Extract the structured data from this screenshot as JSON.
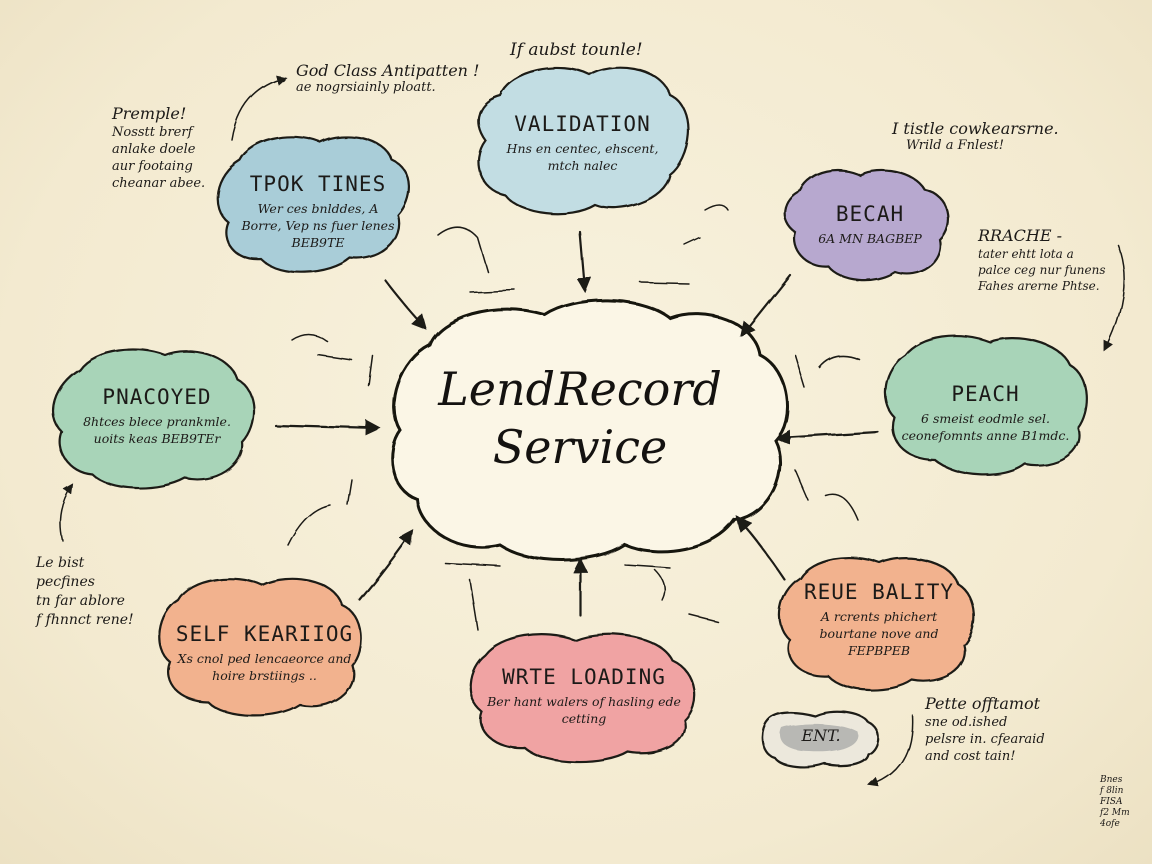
{
  "colors": {
    "paper": "#f6efd9",
    "ink": "#1c1a18",
    "blue": "#a9cdd8",
    "lightblue": "#c2dde3",
    "purple": "#b7a8cf",
    "green": "#a8d4b8",
    "orange": "#f2b28e",
    "pink": "#f0a3a3",
    "gray": "#b8b8b4"
  },
  "center": {
    "line1": "LendRecord",
    "line2": "Service"
  },
  "clouds": {
    "validation": {
      "title": "VALIDATION",
      "desc": "Hns en centec, ehscent, mtch nalec"
    },
    "tpok": {
      "title": "TPOK TINES",
      "desc": "Wer ces bnlddes, A Borre, Vep ns fuer lenes BEB9TE"
    },
    "becah": {
      "title": "BECAH",
      "desc": "6A MN BAGBEP"
    },
    "pnacoyed": {
      "title": "PNACOYED",
      "desc": "8htces blece prankmle. uoits keas BEB9TEr"
    },
    "peach": {
      "title": "PEACH",
      "desc": "6 smeist eodmle sel. ceonefomnts anne B1mdc."
    },
    "self": {
      "title": "SELF KEARIIOG",
      "desc": "Xs cnol ped lencaeorce and hoire brstiings .."
    },
    "write": {
      "title": "WRTE LOADING",
      "desc": "Ber hant walers of hasling ede cetting"
    },
    "reue": {
      "title": "REUE BALITY",
      "desc": "A rcrents phichert bourtane nove and FEPBPEB"
    },
    "ent": {
      "title": "ENT."
    }
  },
  "notes": {
    "top_left_god": {
      "line1": "God Class Antipatten !",
      "line2": "ae nogrsiainly ploatt."
    },
    "top_center": {
      "text": "If aubst tounle!"
    },
    "left_premple": {
      "head": "Premple!",
      "lines": [
        "Nosstt brerf",
        "anlake doele",
        "aur footaing",
        "cheanar abee."
      ]
    },
    "right_tiste": {
      "line1": "I tistle cowkearsrne.",
      "line2": "Wrild a Fnlest!"
    },
    "right_reache": {
      "head": "RRACHE -",
      "lines": [
        "tater ehtt lota a",
        "palce ceg nur funens",
        "Fahes arerne Phtse."
      ]
    },
    "left_bottom": {
      "lines": [
        "Le bist",
        "pecfines",
        "tn far ablore",
        "f fhnnct rene!"
      ]
    },
    "bottom_right": {
      "head": "Pette offtamot",
      "lines": [
        "sne od.ished",
        "pelsre in. cfearaid",
        "and cost tain!"
      ]
    },
    "corner_sig": {
      "lines": [
        "Bnes",
        "f 8lin",
        "FISA",
        "f2 Mm",
        "4ofe"
      ]
    }
  }
}
